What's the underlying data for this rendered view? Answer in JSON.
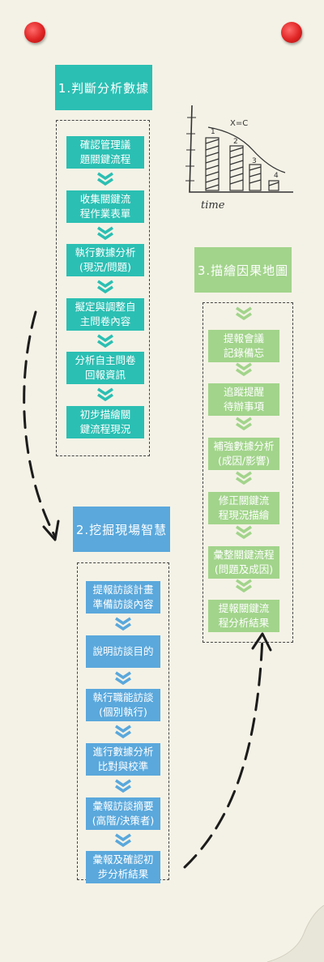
{
  "colors": {
    "background": "#f4f2e6",
    "teal": "#2bbfb3",
    "blue": "#5aa8dc",
    "green": "#a2d48b",
    "pin": "#e02424"
  },
  "section1": {
    "title": "1.判斷分析數據",
    "steps": [
      "確認管理議\n題關鍵流程",
      "收集關鍵流\n程作業表單",
      "執行數據分析\n(現況/問題)",
      "擬定與調整自\n主問卷內容",
      "分析自主問卷\n回報資訊",
      "初步描繪關\n鍵流程現況"
    ]
  },
  "section2": {
    "title": "2.挖掘現場智慧",
    "steps": [
      "提報訪談計畫\n準備訪談內容",
      "說明訪談目的",
      "執行職能訪談\n(個別執行)",
      "進行數據分析\n比對與校準",
      "彙報訪談摘要\n(高階/決策者)",
      "彙報及確認初\n步分析結果"
    ]
  },
  "section3": {
    "title": "3.描繪因果地圖",
    "steps": [
      "提報會議\n記錄備忘",
      "追蹤提醒\n待辦事項",
      "補強數據分析\n(成因/影響)",
      "修正關鍵流\n程現況描繪",
      "彙整關鍵流程\n(問題及成因)",
      "提報關鍵流\n程分析結果"
    ]
  },
  "sketch": {
    "bar_labels": [
      "1",
      "2",
      "3",
      "4"
    ],
    "formula": "X=C",
    "axis_label": "time"
  }
}
